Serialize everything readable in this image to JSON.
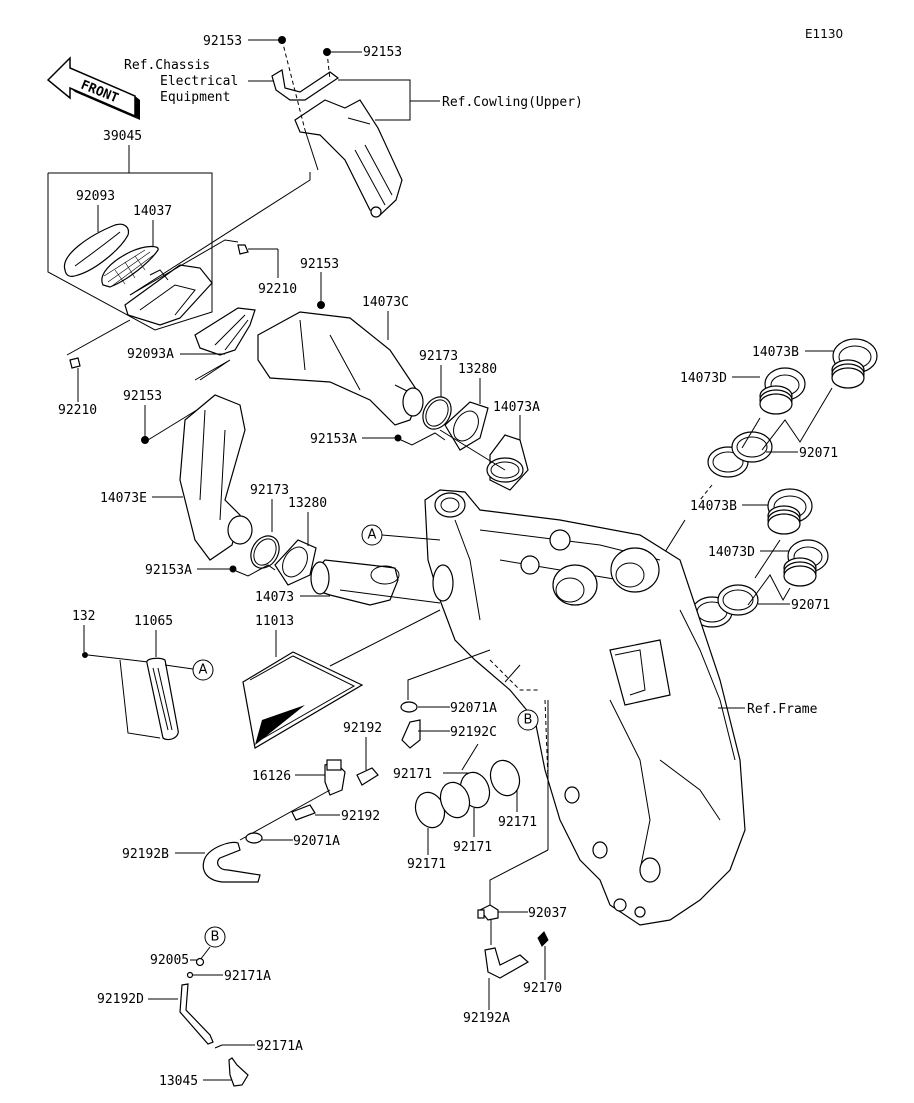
{
  "diagram": {
    "code": "E1130",
    "front_arrow": "FRONT",
    "references": {
      "chassis_electrical": [
        "Ref.Chassis",
        "Electrical",
        "Equipment"
      ],
      "cowling_upper": "Ref.Cowling(Upper)",
      "frame": "Ref.Frame"
    },
    "callouts": {
      "A": "A",
      "B": "B"
    },
    "parts": {
      "p92153_top_left": "92153",
      "p92153_top_right": "92153",
      "p39045": "39045",
      "p92093": "92093",
      "p14037": "14037",
      "p92210_right": "92210",
      "p92153_mid": "92153",
      "p92093A": "92093A",
      "p14073C": "14073C",
      "p92210_left": "92210",
      "p92153_left": "92153",
      "p92173_upper": "92173",
      "p13280_upper": "13280",
      "p14073A": "14073A",
      "p92153A_upper": "92153A",
      "p14073B_upper": "14073B",
      "p14073D_upper": "14073D",
      "p92071_upper": "92071",
      "p14073E": "14073E",
      "p92173_lower": "92173",
      "p13280_lower": "13280",
      "p92153A_lower": "92153A",
      "p14073": "14073",
      "p14073B_lower": "14073B",
      "p14073D_lower": "14073D",
      "p92071_lower": "92071",
      "p132": "132",
      "p11065": "11065",
      "p11013": "11013",
      "p92071A_upper": "92071A",
      "p92192C": "92192C",
      "p92192_top": "92192",
      "p16126": "16126",
      "p92171_a": "92171",
      "p92171_b": "92171",
      "p92192_bottom": "92192",
      "p92192B": "92192B",
      "p92071A_lower": "92071A",
      "p92171_c": "92171",
      "p92171_d": "92171",
      "p92037": "92037",
      "p92005": "92005",
      "p92171A_upper": "92171A",
      "p92170": "92170",
      "p92192D": "92192D",
      "p92192A": "92192A",
      "p92171A_lower": "92171A",
      "p13045": "13045"
    }
  }
}
